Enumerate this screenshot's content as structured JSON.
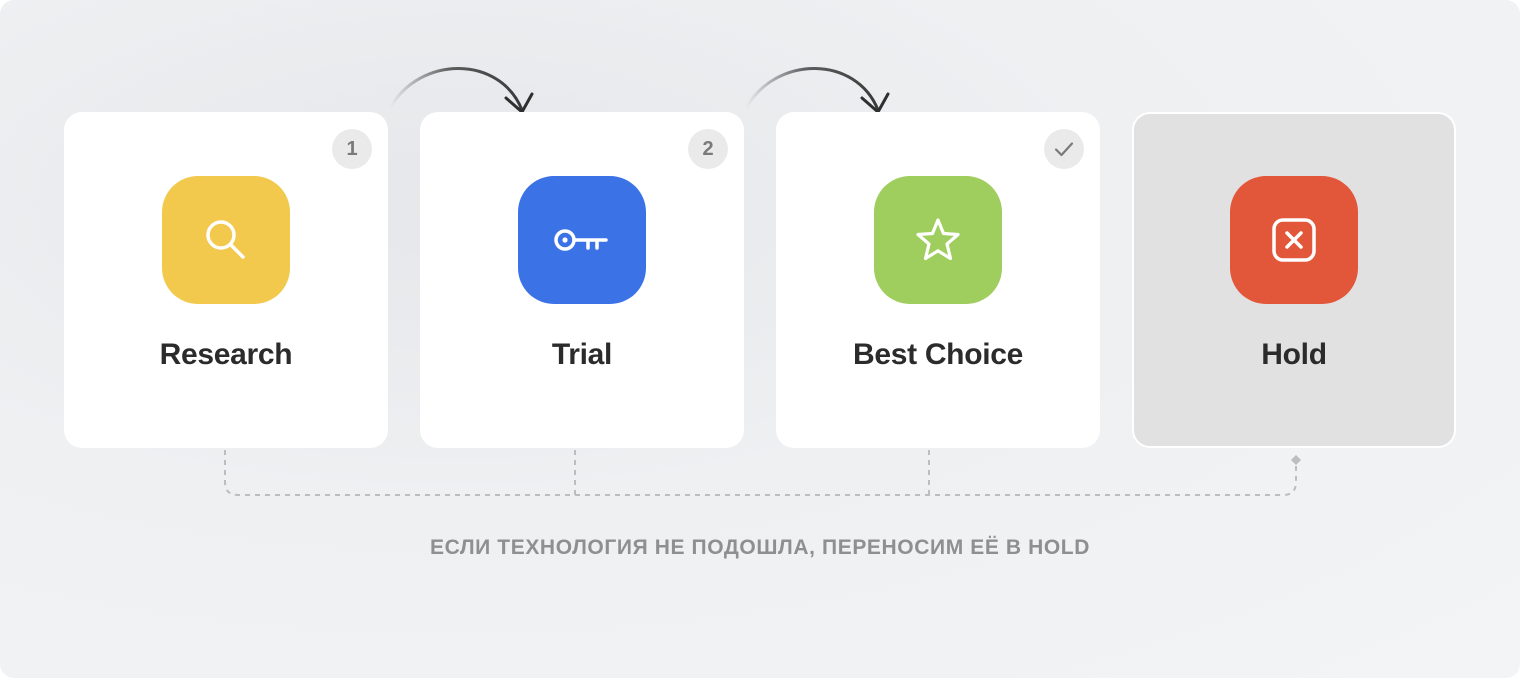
{
  "stages": [
    {
      "label": "Research",
      "badge": "1",
      "icon": "search-icon",
      "color": "#f2c94c"
    },
    {
      "label": "Trial",
      "badge": "2",
      "icon": "key-icon",
      "color": "#3b73e7"
    },
    {
      "label": "Best Choice",
      "badge": "check-icon",
      "icon": "star-icon",
      "color": "#9fce5e"
    },
    {
      "label": "Hold",
      "icon": "close-square-icon",
      "color": "#e2573a"
    }
  ],
  "caption": "ЕСЛИ ТЕХНОЛОГИЯ НЕ ПОДОШЛА, ПЕРЕНОСИМ ЕЁ В HOLD",
  "colors": {
    "card": "#ffffff",
    "hold_card": "#e1e1e1",
    "text": "#2b2b2b",
    "muted": "#8f8f8f"
  }
}
